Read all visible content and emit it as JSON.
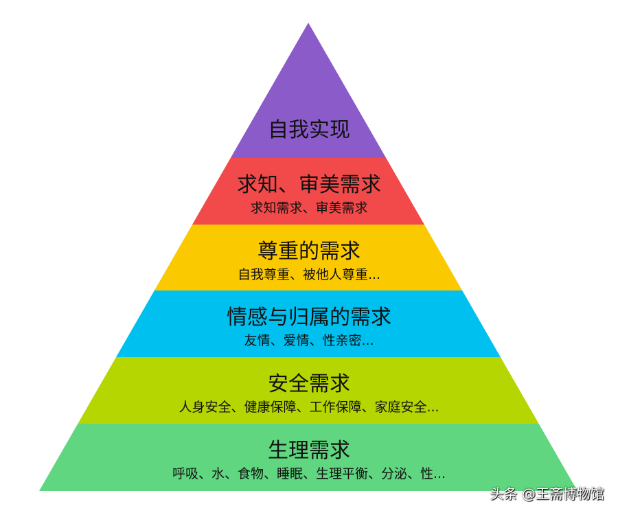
{
  "pyramid": {
    "levels": [
      {
        "title": "自我实现",
        "subtitle": "",
        "color": "#8a5bc9"
      },
      {
        "title": "求知、审美需求",
        "subtitle": "求知需求、审美需求",
        "color": "#f24a4a"
      },
      {
        "title": "尊重的需求",
        "subtitle": "自我尊重、被他人尊重...",
        "color": "#fbc900"
      },
      {
        "title": "情感与归属的需求",
        "subtitle": "友情、爱情、性亲密...",
        "color": "#00c0f0"
      },
      {
        "title": "安全需求",
        "subtitle": "人身安全、健康保障、工作保障、家庭安全...",
        "color": "#b5d600"
      },
      {
        "title": "生理需求",
        "subtitle": "呼吸、水、食物、睡眠、生理平衡、分泌、性...",
        "color": "#5fd67f"
      }
    ]
  },
  "watermark": "头条 @王斋博物馆"
}
